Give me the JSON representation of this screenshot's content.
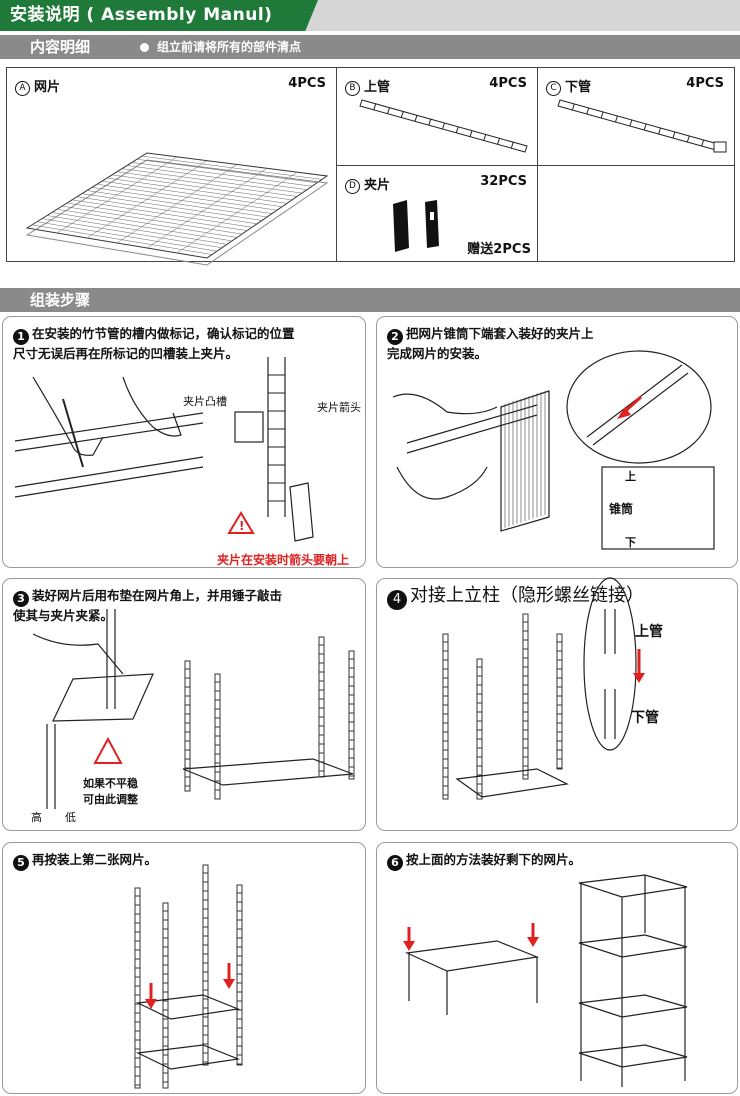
{
  "header": {
    "title": "安装说明 ( Assembly Manul)"
  },
  "contents": {
    "title": "内容明细",
    "note": "组立前请将所有的部件清点"
  },
  "parts": [
    {
      "letter": "A",
      "name": "网片",
      "count": "4PCS"
    },
    {
      "letter": "B",
      "name": "上管",
      "count": "4PCS"
    },
    {
      "letter": "C",
      "name": "下管",
      "count": "4PCS"
    },
    {
      "letter": "D",
      "name": "夹片",
      "count": "32PCS"
    }
  ],
  "gift": "赠送2PCS",
  "assembly": {
    "title": "组装步骤"
  },
  "steps": [
    {
      "num": "1",
      "line1": "在安装的竹节管的槽内做标记，确认标记的位置",
      "line2": "尺寸无误后再在所标记的凹槽装上夹片。"
    },
    {
      "num": "2",
      "line1": "把网片锥筒下端套入装好的夹片上",
      "line2": "完成网片的安装。"
    },
    {
      "num": "3",
      "line1": "装好网片后用布垫在网片角上，并用锤子敲击",
      "line2": "使其与夹片夹紧。"
    },
    {
      "num": "4",
      "line1": "对接上立柱（隐形螺丝链接）",
      "line2": ""
    },
    {
      "num": "5",
      "line1": "再按装上第二张网片。",
      "line2": ""
    },
    {
      "num": "6",
      "line1": "按上面的方法装好剩下的网片。",
      "line2": ""
    }
  ],
  "labels": {
    "clip_groove": "夹片凸槽",
    "clip_arrow": "夹片箭头",
    "warning1": "夹片在安装时箭头要朝上",
    "cone_top": "上",
    "cone": "锥筒",
    "cone_bottom": "下",
    "uneven1": "如果不平稳",
    "uneven2": "可由此调整",
    "high": "高",
    "low": "低",
    "upper_pipe": "上管",
    "lower_pipe": "下管"
  }
}
